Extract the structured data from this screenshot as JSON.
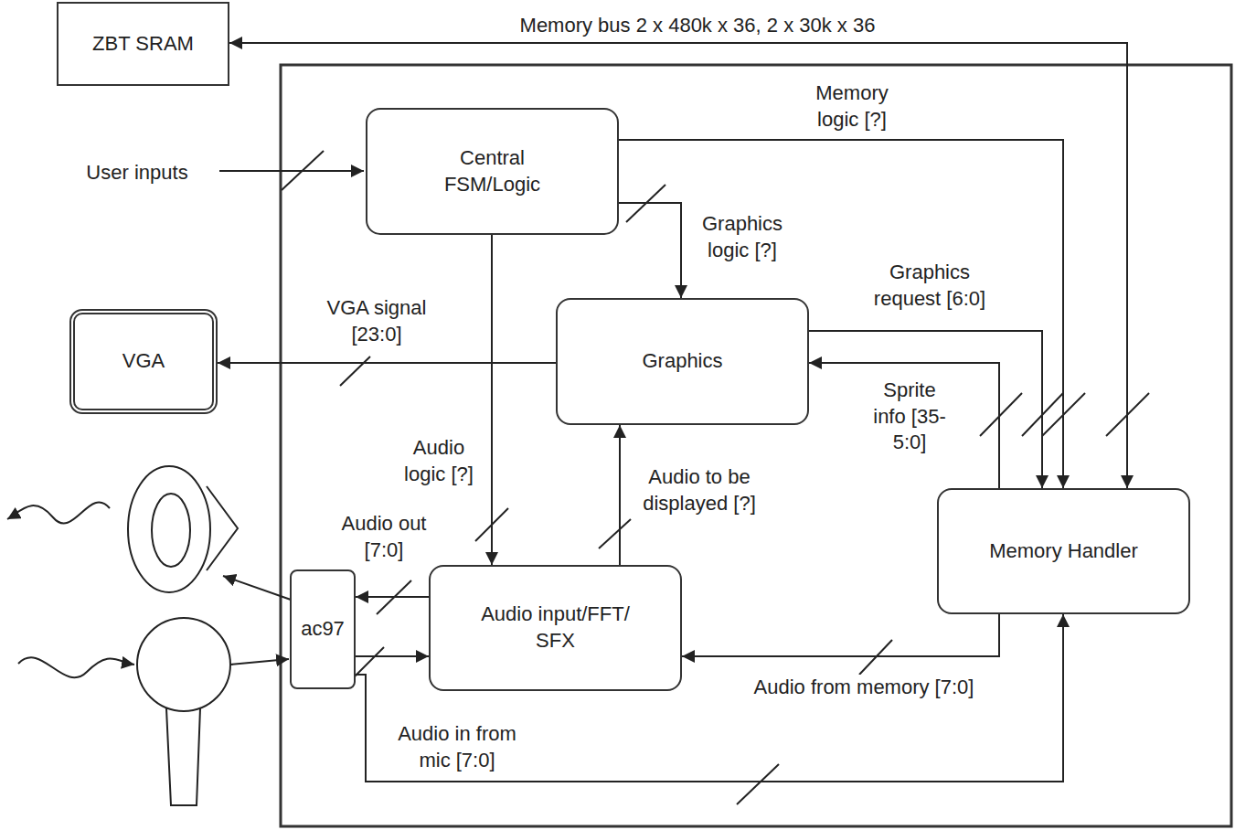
{
  "diagram": {
    "nodes": [
      {
        "text": [
          "ZBT SRAM"
        ]
      },
      {
        "text": [
          "Central FSM/Logic"
        ]
      },
      {
        "text": [
          "VGA"
        ]
      },
      {
        "text": [
          "Graphics"
        ]
      },
      {
        "text": [
          "Memory Handler"
        ]
      },
      {
        "text": [
          "ac97"
        ]
      },
      {
        "text": [
          "Audio input/FFT/ SFX"
        ]
      }
    ],
    "edges": [
      {
        "from": 4,
        "to": 0,
        "arrow": "both",
        "label": "Memory bus 2 x 480k x 36, 2 x 30k x 36"
      },
      {
        "from": 1,
        "to": 4,
        "arrow": "to",
        "label": "Memory logic [?]"
      },
      {
        "from": 1,
        "to": 3,
        "arrow": "to",
        "label": "Graphics logic [?]"
      },
      {
        "from": 1,
        "to": 6,
        "arrow": "to",
        "label": "Audio logic [?]"
      },
      {
        "from": 3,
        "to": 2,
        "arrow": "to",
        "label": "VGA signal [23:0]"
      },
      {
        "from": 3,
        "to": 4,
        "arrow": "to",
        "label": "Graphics request [6:0]"
      },
      {
        "from": 4,
        "to": 3,
        "arrow": "to",
        "label": "Sprite info [35-5:0]"
      },
      {
        "from": 6,
        "to": 3,
        "arrow": "to",
        "label": "Audio to be displayed [?]"
      },
      {
        "from": 6,
        "to": 5,
        "arrow": "to",
        "label": "Audio out [7:0]"
      },
      {
        "from": 5,
        "to": 6,
        "arrow": "to"
      },
      {
        "from": 4,
        "to": 6,
        "arrow": "to",
        "label": "Audio from memory [7:0]"
      },
      {
        "from": 5,
        "to": 4,
        "arrow": "to",
        "label": "Audio in from mic [7:0]"
      }
    ],
    "labels": [
      "User inputs"
    ]
  }
}
